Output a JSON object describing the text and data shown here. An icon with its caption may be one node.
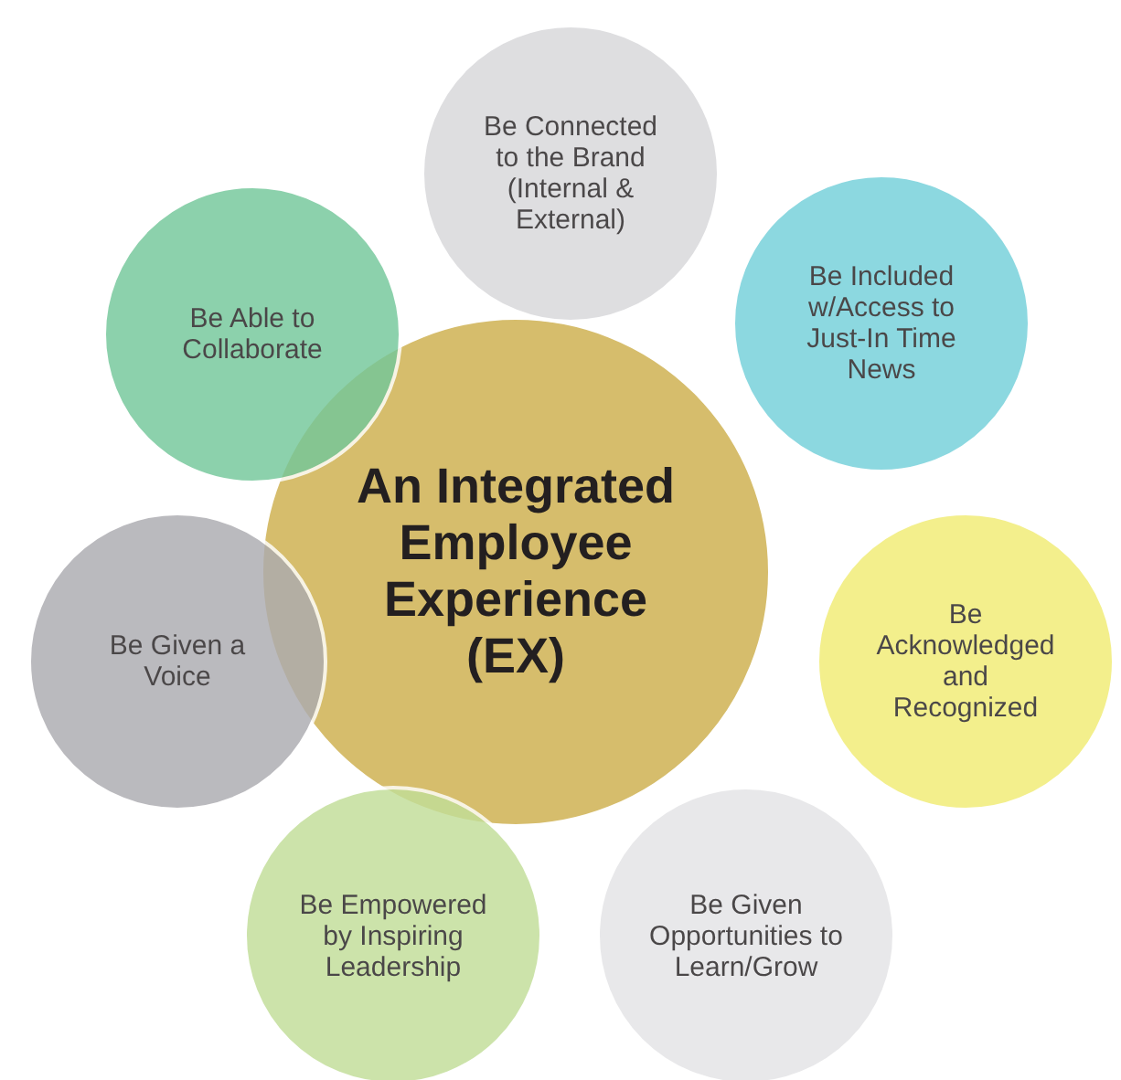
{
  "diagram": {
    "nodes": [
      {
        "text": [
          "An Integrated Employee Experience (EX)"
        ]
      },
      {
        "text": [
          "Be Connected to the Brand (Internal & External)"
        ]
      },
      {
        "text": [
          "Be Included w/Access to Just-In Time News"
        ]
      },
      {
        "text": [
          "Be Acknowledged and Recognized"
        ]
      },
      {
        "text": [
          "Be Given Opportunities to Learn/Grow"
        ]
      },
      {
        "text": [
          "Be Empowered by Inspiring Leadership"
        ]
      },
      {
        "text": [
          "Be Given a Voice"
        ]
      },
      {
        "text": [
          "Be Able to Collaborate"
        ]
      }
    ]
  }
}
